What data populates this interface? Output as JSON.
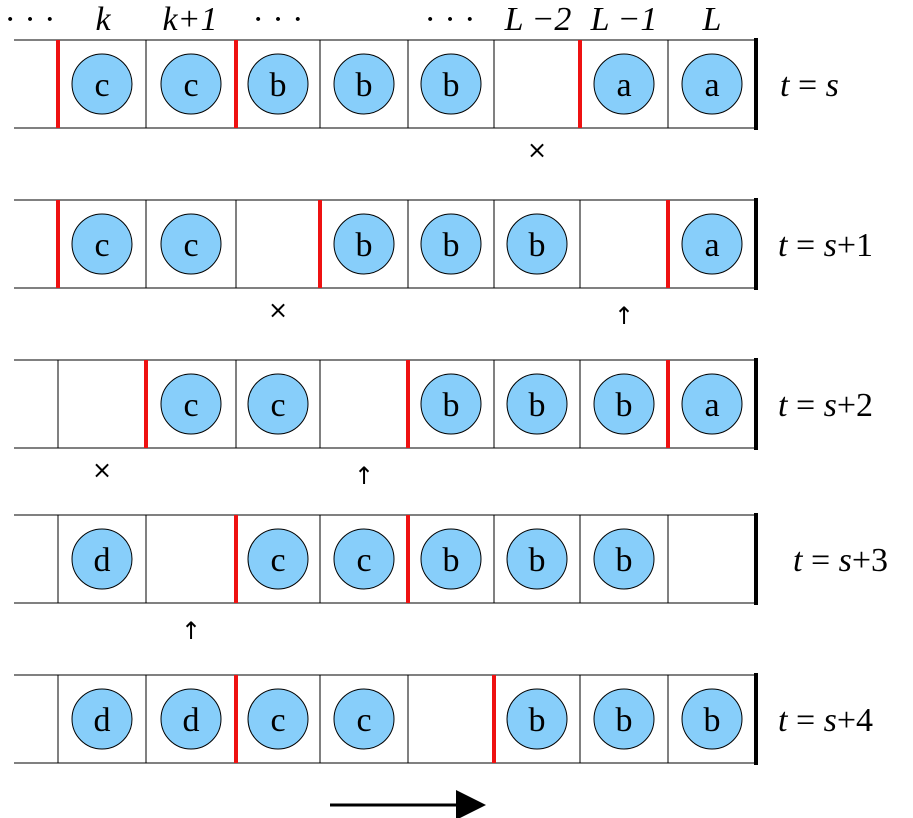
{
  "column_headers": [
    "· · ·",
    "k",
    "k+1",
    "· · ·",
    "· · ·",
    "L −2",
    "L −1",
    "L"
  ],
  "rows": [
    {
      "label_var": "t",
      "label_eq": " = ",
      "label_val": "s",
      "cells": [
        "",
        "c",
        "c",
        "b",
        "b",
        "b",
        "",
        "a",
        "a"
      ],
      "red_bars": [
        1,
        3,
        7
      ],
      "below": [
        {
          "cell": 6,
          "symbol": "×"
        }
      ]
    },
    {
      "label_var": "t",
      "label_eq": " = ",
      "label_val": "s+1",
      "cells": [
        "",
        "c",
        "c",
        "",
        "b",
        "b",
        "b",
        "",
        "a"
      ],
      "red_bars": [
        1,
        4,
        8
      ],
      "below": [
        {
          "cell": 3,
          "symbol": "×"
        },
        {
          "cell": 7,
          "symbol": "↑"
        }
      ]
    },
    {
      "label_var": "t",
      "label_eq": " = ",
      "label_val": "s+2",
      "cells": [
        "",
        "",
        "c",
        "c",
        "",
        "b",
        "b",
        "b",
        "a"
      ],
      "red_bars": [
        2,
        5,
        8
      ],
      "below": [
        {
          "cell": 1,
          "symbol": "×"
        },
        {
          "cell": 4,
          "symbol": "↑"
        }
      ]
    },
    {
      "label_var": "t",
      "label_eq": " = ",
      "label_val": "s+3",
      "cells": [
        "",
        "d",
        "",
        "c",
        "c",
        "b",
        "b",
        "b",
        ""
      ],
      "red_bars": [
        3,
        5
      ],
      "below": [
        {
          "cell": 2,
          "symbol": "↑"
        }
      ]
    },
    {
      "label_var": "t",
      "label_eq": " = ",
      "label_val": "s+4",
      "cells": [
        "",
        "d",
        "d",
        "c",
        "c",
        "",
        "b",
        "b",
        "b"
      ],
      "red_bars": [
        3,
        6
      ],
      "below": []
    }
  ],
  "colors": {
    "particle_fill": "#87CEFA",
    "boundary_red": "#ee1111",
    "line": "#000000"
  },
  "icons": {
    "direction": "right-arrow-icon",
    "blocked": "cross-icon",
    "moved": "up-arrow-icon"
  }
}
